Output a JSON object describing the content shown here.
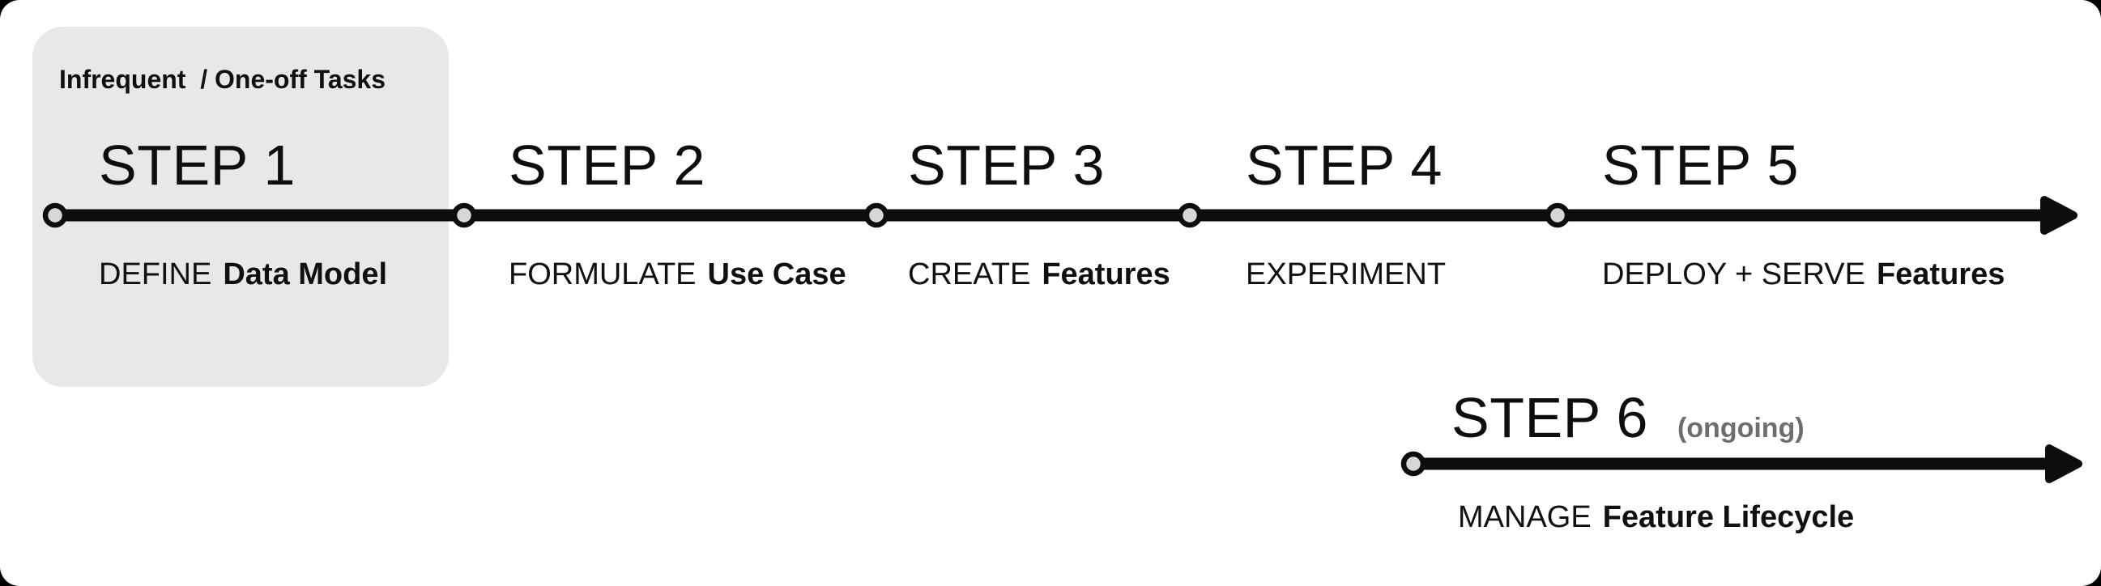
{
  "figure": {
    "type": "process-timeline-diagram",
    "background_color": "#000000",
    "canvas_color": "#ffffff",
    "highlight_box": {
      "label": "Infrequent  / One-off Tasks",
      "fill_color": "#e8e8e8"
    },
    "timeline": {
      "line_color": "#0d0d0d",
      "node_inner_color": "#d7d7d7",
      "ongoing_text_color": "#6e6e6e"
    },
    "steps": [
      {
        "title": "STEP 1",
        "action": "DEFINE",
        "object": "Data Model",
        "highlighted": true
      },
      {
        "title": "STEP 2",
        "action": "FORMULATE",
        "object": "Use Case",
        "highlighted": false
      },
      {
        "title": "STEP 3",
        "action": "CREATE",
        "object": "Features",
        "highlighted": false
      },
      {
        "title": "STEP 4",
        "action": "EXPERIMENT",
        "object": "",
        "highlighted": false
      },
      {
        "title": "STEP 5",
        "action": "DEPLOY + SERVE",
        "object": "Features",
        "highlighted": false
      },
      {
        "title": "STEP 6",
        "qualifier": "(ongoing)",
        "action": "MANAGE",
        "object": "Feature Lifecycle",
        "highlighted": false
      }
    ]
  }
}
